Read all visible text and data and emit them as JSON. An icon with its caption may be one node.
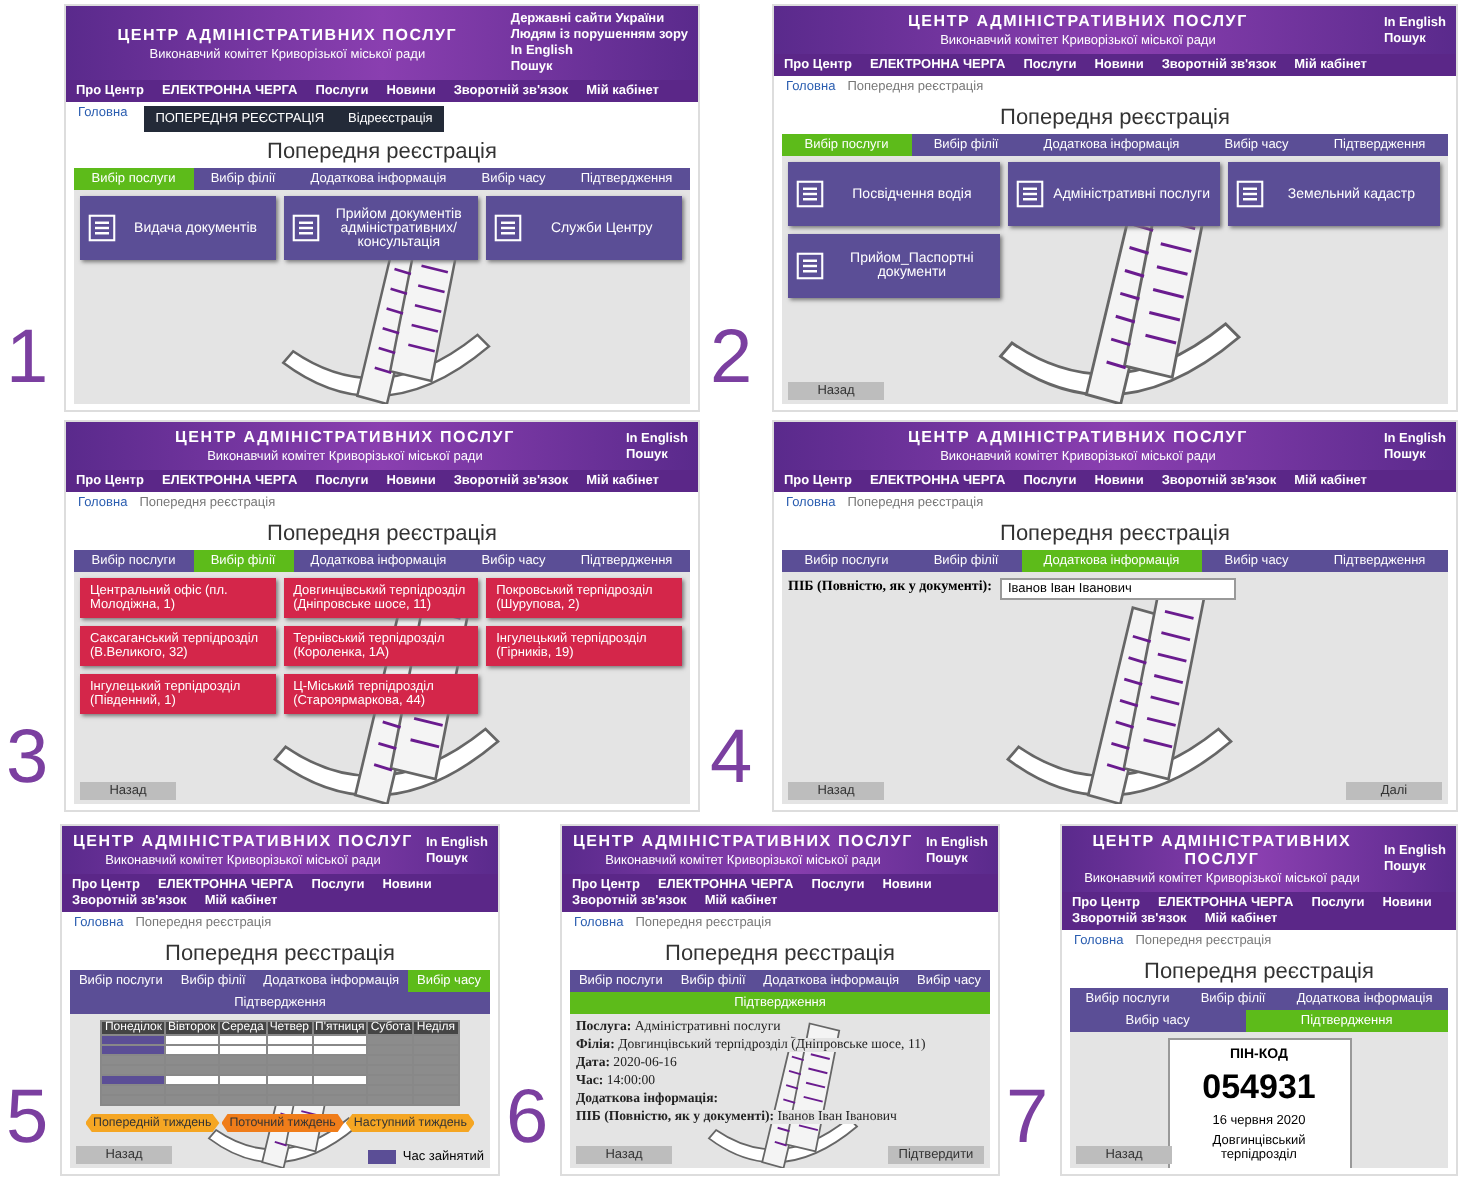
{
  "diagram": {
    "nodes": [
      {
        "text": [
          "Попередня реєстрація"
        ],
        "beside": [
          "1"
        ]
      },
      {
        "in": 0,
        "text": [
          "ЦЕНТР АДМІНІСТРАТИВНИХ ПОСЛУГ",
          "Виконавчий комітет Криворізької міської ради",
          "Державні сайти України",
          "Людям із порушенням зору",
          "In English",
          "Пошук"
        ]
      },
      {
        "in": 0,
        "text": [
          "Про Центр",
          "ЕЛЕКТРОННА ЧЕРГА",
          "Послуги",
          "Новини",
          "Зворотній зв'язок",
          "Мій кабінет"
        ]
      },
      {
        "in": 0,
        "text": [
          "Головна"
        ]
      },
      {
        "in": 0,
        "text": [
          "ПОПЕРЕДНЯ РЕЄСТРАЦІЯ",
          "Відреєстрація"
        ]
      },
      {
        "in": 0,
        "text": [
          "Вибір послуги",
          "Вибір філії",
          "Додаткова інформація",
          "Вибір часу",
          "Підтвердження"
        ]
      },
      {
        "in": 0,
        "text": [
          "Видача документів"
        ]
      },
      {
        "in": 0,
        "text": [
          "Прийом документів адміністративних/консультація"
        ]
      },
      {
        "in": 0,
        "text": [
          "Служби Центру"
        ]
      },
      {
        "text": [
          "Попередня реєстрація"
        ],
        "beside": [
          "2"
        ]
      },
      {
        "in": 9,
        "text": [
          "ЦЕНТР АДМІНІСТРАТИВНИХ ПОСЛУГ",
          "Виконавчий комітет Криворізької міської ради",
          "In English",
          "Пошук"
        ]
      },
      {
        "in": 9,
        "text": [
          "Про Центр",
          "ЕЛЕКТРОННА ЧЕРГА",
          "Послуги",
          "Новини",
          "Зворотній зв'язок",
          "Мій кабінет"
        ]
      },
      {
        "in": 9,
        "text": [
          "Головна",
          "Попередня реєстрація"
        ]
      },
      {
        "in": 9,
        "text": [
          "Вибір послуги",
          "Вибір філії",
          "Додаткова інформація",
          "Вибір часу",
          "Підтвердження"
        ]
      },
      {
        "in": 9,
        "text": [
          "Посвідчення водія"
        ]
      },
      {
        "in": 9,
        "text": [
          "Адміністративні послуги"
        ]
      },
      {
        "in": 9,
        "text": [
          "Земельний кадастр"
        ]
      },
      {
        "in": 9,
        "text": [
          "Прийом_Паспортні документи"
        ]
      },
      {
        "in": 9,
        "text": [
          "Назад"
        ]
      },
      {
        "text": [
          "Попередня реєстрація"
        ],
        "beside": [
          "3"
        ]
      },
      {
        "in": 19,
        "text": [
          "ЦЕНТР АДМІНІСТРАТИВНИХ ПОСЛУГ",
          "Виконавчий комітет Криворізької міської ради",
          "In English",
          "Пошук"
        ]
      },
      {
        "in": 19,
        "text": [
          "Про Центр",
          "ЕЛЕКТРОННА ЧЕРГА",
          "Послуги",
          "Новини",
          "Зворотній зв'язок",
          "Мій кабінет"
        ]
      },
      {
        "in": 19,
        "text": [
          "Головна",
          "Попередня реєстрація"
        ]
      },
      {
        "in": 19,
        "text": [
          "Вибір послуги",
          "Вибір філії",
          "Додаткова інформація",
          "Вибір часу",
          "Підтвердження"
        ]
      },
      {
        "in": 19,
        "text": [
          "Центральний офіс (пл. Молодіжна, 1)"
        ]
      },
      {
        "in": 19,
        "text": [
          "Довгинцівський терпідрозділ (Дніпровське шосе, 11)"
        ]
      },
      {
        "in": 19,
        "text": [
          "Покровський терпідрозділ (Шурупова, 2)"
        ]
      },
      {
        "in": 19,
        "text": [
          "Саксаганський терпідрозділ (В.Великого, 32)"
        ]
      },
      {
        "in": 19,
        "text": [
          "Тернівський терпідрозділ (Короленка, 1А)"
        ]
      },
      {
        "in": 19,
        "text": [
          "Інгулецький терпідрозділ (Гірників, 19)"
        ]
      },
      {
        "in": 19,
        "text": [
          "Інгулецький терпідрозділ (Південний, 1)"
        ]
      },
      {
        "in": 19,
        "text": [
          "Ц-Міський терпідрозділ (Староярмаркова, 44)"
        ]
      },
      {
        "in": 19,
        "text": [
          "Назад"
        ]
      },
      {
        "text": [
          "Попередня реєстрація"
        ],
        "beside": [
          "4"
        ]
      },
      {
        "in": 33,
        "text": [
          "ЦЕНТР АДМІНІСТРАТИВНИХ ПОСЛУГ",
          "Виконавчий комітет Криворізької міської ради",
          "In English",
          "Пошук"
        ]
      },
      {
        "in": 33,
        "text": [
          "Про Центр",
          "ЕЛЕКТРОННА ЧЕРГА",
          "Послуги",
          "Новини",
          "Зворотній зв'язок",
          "Мій кабінет"
        ]
      },
      {
        "in": 33,
        "text": [
          "Головна",
          "Попередня реєстрація"
        ]
      },
      {
        "in": 33,
        "text": [
          "Вибір послуги",
          "Вибір філії",
          "Додаткова інформація",
          "Вибір часу",
          "Підтвердження"
        ]
      },
      {
        "in": 33,
        "text": [
          "ПІБ (Повністю, як у документі):"
        ]
      },
      {
        "in": 33,
        "text": [
          "Іванов Іван Іванович"
        ]
      },
      {
        "in": 33,
        "text": [
          "Назад"
        ]
      },
      {
        "in": 33,
        "text": [
          "Далі"
        ]
      },
      {
        "text": [
          "Попередня реєстрація"
        ],
        "beside": [
          "5"
        ]
      },
      {
        "in": 42,
        "text": [
          "ЦЕНТР АДМІНІСТРАТИВНИХ ПОСЛУГ",
          "Виконавчий комітет Криворізької міської ради",
          "In English",
          "Пошук"
        ]
      },
      {
        "in": 42,
        "text": [
          "Про Центр",
          "ЕЛЕКТРОННА ЧЕРГА",
          "Послуги",
          "Новини",
          "Зворотній зв'язок",
          "Мій кабінет"
        ]
      },
      {
        "in": 42,
        "text": [
          "Головна",
          "Попередня реєстрація"
        ]
      },
      {
        "in": 42,
        "text": [
          "Вибір послуги",
          "Вибір філії",
          "Додаткова інформація",
          "Вибір часу",
          "Підтвердження"
        ]
      },
      {
        "in": 42,
        "text": [
          "Понеділок",
          "Вівторок",
          "Середа",
          "Четвер",
          "П'ятниця",
          "Субота",
          "Неділя"
        ]
      },
      {
        "in": 42,
        "text": [
          "Попередній тиждень"
        ]
      },
      {
        "in": 42,
        "text": [
          "Поточний тиждень"
        ]
      },
      {
        "in": 42,
        "text": [
          "Наступний тиждень"
        ]
      },
      {
        "in": 42,
        "text": [
          "Назад"
        ]
      },
      {
        "text": [
          "Попередня реєстрація"
        ],
        "beside": [
          "6"
        ]
      },
      {
        "in": 52,
        "text": [
          "ЦЕНТР АДМІНІСТРАТИВНИХ ПОСЛУГ",
          "Виконавчий комітет Криворізької міської ради",
          "In English",
          "Пошук"
        ]
      },
      {
        "in": 52,
        "text": [
          "Про Центр",
          "ЕЛЕКТРОННА ЧЕРГА",
          "Послуги",
          "Новини",
          "Зворотній зв'язок",
          "Мій кабінет"
        ]
      },
      {
        "in": 52,
        "text": [
          "Головна",
          "Попередня реєстрація"
        ]
      },
      {
        "in": 52,
        "text": [
          "Вибір послуги",
          "Вибір філії",
          "Додаткова інформація",
          "Вибір часу",
          "Підтвердження"
        ]
      },
      {
        "in": 52,
        "text": [
          "**Послуга:** Адміністративні послуги",
          "**Філія:** Довгинцівський терпідрозділ (Дніпровське шосе, 11)",
          "**Дата:** 2020-06-16",
          "**Час:** 14:00:00",
          "**Додаткова інформація:**",
          "**ПІБ (Повністю, як у документі):** Іванов Іван Іванович"
        ]
      },
      {
        "in": 52,
        "text": [
          "Назад"
        ]
      },
      {
        "in": 52,
        "text": [
          "Підтвердити"
        ]
      },
      {
        "text": [
          "Попередня реєстрація"
        ],
        "beside": [
          "7"
        ]
      },
      {
        "in": 60,
        "text": [
          "ЦЕНТР АДМІНІСТРАТИВНИХ ПОСЛУГ",
          "Виконавчий комітет Криворізької міської ради",
          "In English",
          "Пошук"
        ]
      },
      {
        "in": 60,
        "text": [
          "Про Центр",
          "ЕЛЕКТРОННА ЧЕРГА",
          "Послуги",
          "Новини",
          "Зворотній зв'язок",
          "Мій кабінет"
        ]
      },
      {
        "in": 60,
        "text": [
          "Головна",
          "Попередня реєстрація"
        ]
      },
      {
        "in": 60,
        "text": [
          "Вибір послуги",
          "Вибір філії",
          "Додаткова інформація",
          "Вибір часу",
          "Підтвердження"
        ]
      },
      {
        "in": 60,
        "text": [
          "ПІН-КОД",
          "054931",
          "16 червня 2020",
          "Довгинцівський терпідрозділ"
        ]
      },
      {
        "in": 60,
        "text": [
          "Назад"
        ]
      }
    ],
    "legend": [
      {
        "text": "Час зайнятий",
        "color": "#5b4e96"
      }
    ]
  }
}
